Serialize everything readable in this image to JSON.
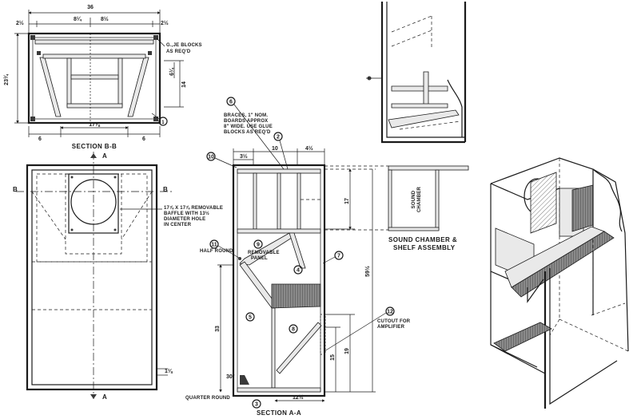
{
  "section_bb": {
    "title": "SECTION B-B",
    "dims": {
      "overall_width": "36",
      "top_left": "2½",
      "top_mid_left": "8¼",
      "top_mid_right": "8½",
      "top_right": "2½",
      "height": "23¾",
      "inner_upper": "6¼",
      "inner_height": "14",
      "bottom_span": "17⅞",
      "bottom_left": "6",
      "bottom_right": "6"
    },
    "note_glue": "G.,JE BLOCKS\nAS REQ'D",
    "callout_1": "1"
  },
  "section_aa": {
    "title": "SECTION A-A",
    "callouts": [
      "10",
      "2",
      "9",
      "11",
      "4",
      "7",
      "5",
      "8",
      "12",
      "3"
    ],
    "dims": {
      "top_left": "3½",
      "top_span": "10",
      "top_right": "4½",
      "upper_height": "17",
      "overall_height": "59½",
      "lower_left": "33",
      "lower_right_a": "19",
      "lower_right_b": "15",
      "bottom": "12½",
      "angle": "30°"
    },
    "note_braces": "BRACES, 1\" NOM.\nBOARDS APPROX\n8\" WIDE. USE GLUE\nBLOCKS AS REQ'D",
    "note_removable": "REMOVABLE\nPANEL",
    "note_half_round": "HALF ROUND",
    "note_quarter_round": "QUARTER ROUND",
    "note_cutout": "CUTOUT FOR\nAMPLIFIER",
    "callout_6": "6"
  },
  "front_view": {
    "mark_a_top": "A",
    "mark_a_bottom": "A",
    "mark_b_left": "B",
    "mark_b_right": "B",
    "note_baffle": "17⅞ X 17⅞ REMOVABLE\nBAFFLE WITH 13½\nDIAMETER HOLE\nIN CENTER",
    "dim_side": "1⅛"
  },
  "sound_chamber": {
    "label_inner": "SOUND\nCHAMBER",
    "caption": "SOUND CHAMBER &\nSHELF ASSEMBLY"
  }
}
